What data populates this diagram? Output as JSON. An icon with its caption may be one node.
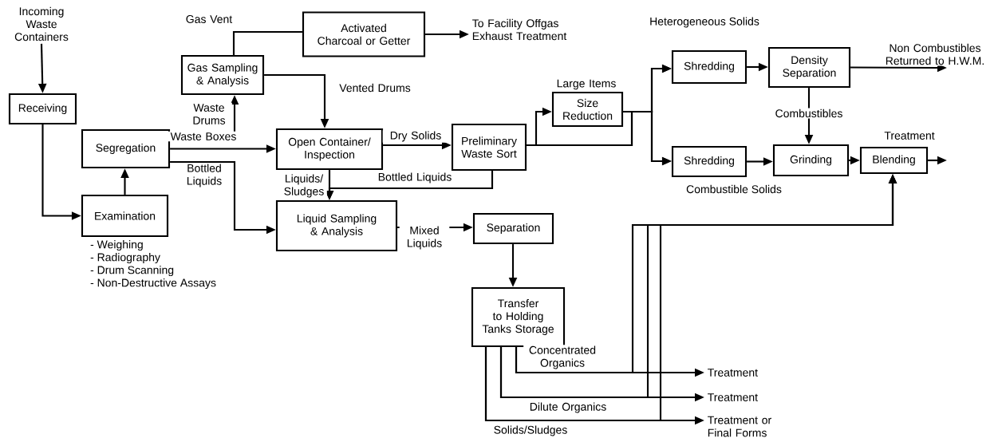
{
  "diagram": {
    "nodes": [
      {
        "text": [
          "Incoming Waste Containers"
        ]
      },
      {
        "text": [
          "Receiving"
        ]
      },
      {
        "text": [
          "Segregation"
        ]
      },
      {
        "text": [
          "Examination"
        ],
        "beside": [
          "- Weighing",
          "- Radiography",
          "- Drum Scanning",
          "- Non-Destructive Assays"
        ]
      },
      {
        "text": [
          "Gas Sampling & Analysis"
        ]
      },
      {
        "text": [
          "Activated Charcoal or Getter"
        ]
      },
      {
        "text": [
          "To Facility Offgas Exhaust Treatment"
        ]
      },
      {
        "text": [
          "Open Container/ Inspection"
        ]
      },
      {
        "text": [
          "Preliminary Waste Sort"
        ]
      },
      {
        "text": [
          "Size Reduction"
        ]
      },
      {
        "text": [
          "Shredding"
        ]
      },
      {
        "text": [
          "Density Separation"
        ]
      },
      {
        "text": [
          "Shredding"
        ]
      },
      {
        "text": [
          "Grinding"
        ]
      },
      {
        "text": [
          "Blending"
        ]
      },
      {
        "text": [
          "Liquid Sampling & Analysis"
        ]
      },
      {
        "text": [
          "Separation"
        ]
      },
      {
        "text": [
          "Transfer to Holding Tanks Storage"
        ]
      },
      {
        "text": [
          "Treatment"
        ]
      },
      {
        "text": [
          "Treatment"
        ]
      },
      {
        "text": [
          "Treatment or Final Forms"
        ]
      }
    ],
    "edges": [
      {
        "from": 0,
        "to": 1,
        "arrow": "to"
      },
      {
        "from": 1,
        "to": 3,
        "arrow": "to"
      },
      {
        "from": 3,
        "to": 2,
        "arrow": "to"
      },
      {
        "from": 2,
        "to": 4,
        "arrow": "to",
        "label": "Waste Drums"
      },
      {
        "from": 4,
        "to": 5,
        "arrow": "none",
        "label": "Gas Vent"
      },
      {
        "from": 5,
        "to": 6,
        "arrow": "to"
      },
      {
        "from": 4,
        "to": 7,
        "arrow": "to",
        "label": "Vented Drums"
      },
      {
        "from": 2,
        "to": 7,
        "arrow": "to",
        "label": "Waste Boxes"
      },
      {
        "from": 2,
        "to": 15,
        "arrow": "to",
        "label": "Bottled Liquids"
      },
      {
        "from": 7,
        "to": 8,
        "arrow": "to",
        "label": "Dry Solids"
      },
      {
        "from": 7,
        "to": 15,
        "arrow": "to",
        "label": "Liquids/ Sludges"
      },
      {
        "from": 8,
        "to": 15,
        "arrow": "to",
        "label": "Bottled Liquids"
      },
      {
        "from": 8,
        "to": 9,
        "arrow": "to",
        "label": "Large Items"
      },
      {
        "from": 8,
        "to": 10,
        "arrow": "to"
      },
      {
        "from": 8,
        "to": 12,
        "arrow": "to"
      },
      {
        "from": 9,
        "to": 10,
        "arrow": "to"
      },
      {
        "from": 9,
        "to": 12,
        "arrow": "to"
      },
      {
        "from": 10,
        "to": 11,
        "arrow": "to"
      },
      {
        "from": 11,
        "to": null,
        "arrow": "to",
        "label": "Non Combustibles Returned to H.W.M."
      },
      {
        "from": 11,
        "to": 13,
        "arrow": "to",
        "label": "Combustibles"
      },
      {
        "from": 12,
        "to": 13,
        "arrow": "to"
      },
      {
        "from": 13,
        "to": 14,
        "arrow": "to"
      },
      {
        "from": 14,
        "to": null,
        "arrow": "to",
        "label": "Treatment"
      },
      {
        "from": 15,
        "to": 16,
        "arrow": "to",
        "label": "Mixed Liquids"
      },
      {
        "from": 16,
        "to": 17,
        "arrow": "to"
      },
      {
        "from": 17,
        "to": 18,
        "arrow": "to",
        "label": "Concentrated Organics"
      },
      {
        "from": 17,
        "to": 19,
        "arrow": "to",
        "label": "Dilute Organics"
      },
      {
        "from": 17,
        "to": 20,
        "arrow": "to",
        "label": "Solids/Sludges"
      },
      {
        "from": 17,
        "to": 14,
        "arrow": "to"
      },
      {
        "from": 17,
        "to": 14,
        "arrow": "to"
      },
      {
        "from": 17,
        "to": 14,
        "arrow": "to"
      }
    ],
    "labels": [
      "Heterogeneous Solids",
      "Combustible Solids"
    ]
  }
}
